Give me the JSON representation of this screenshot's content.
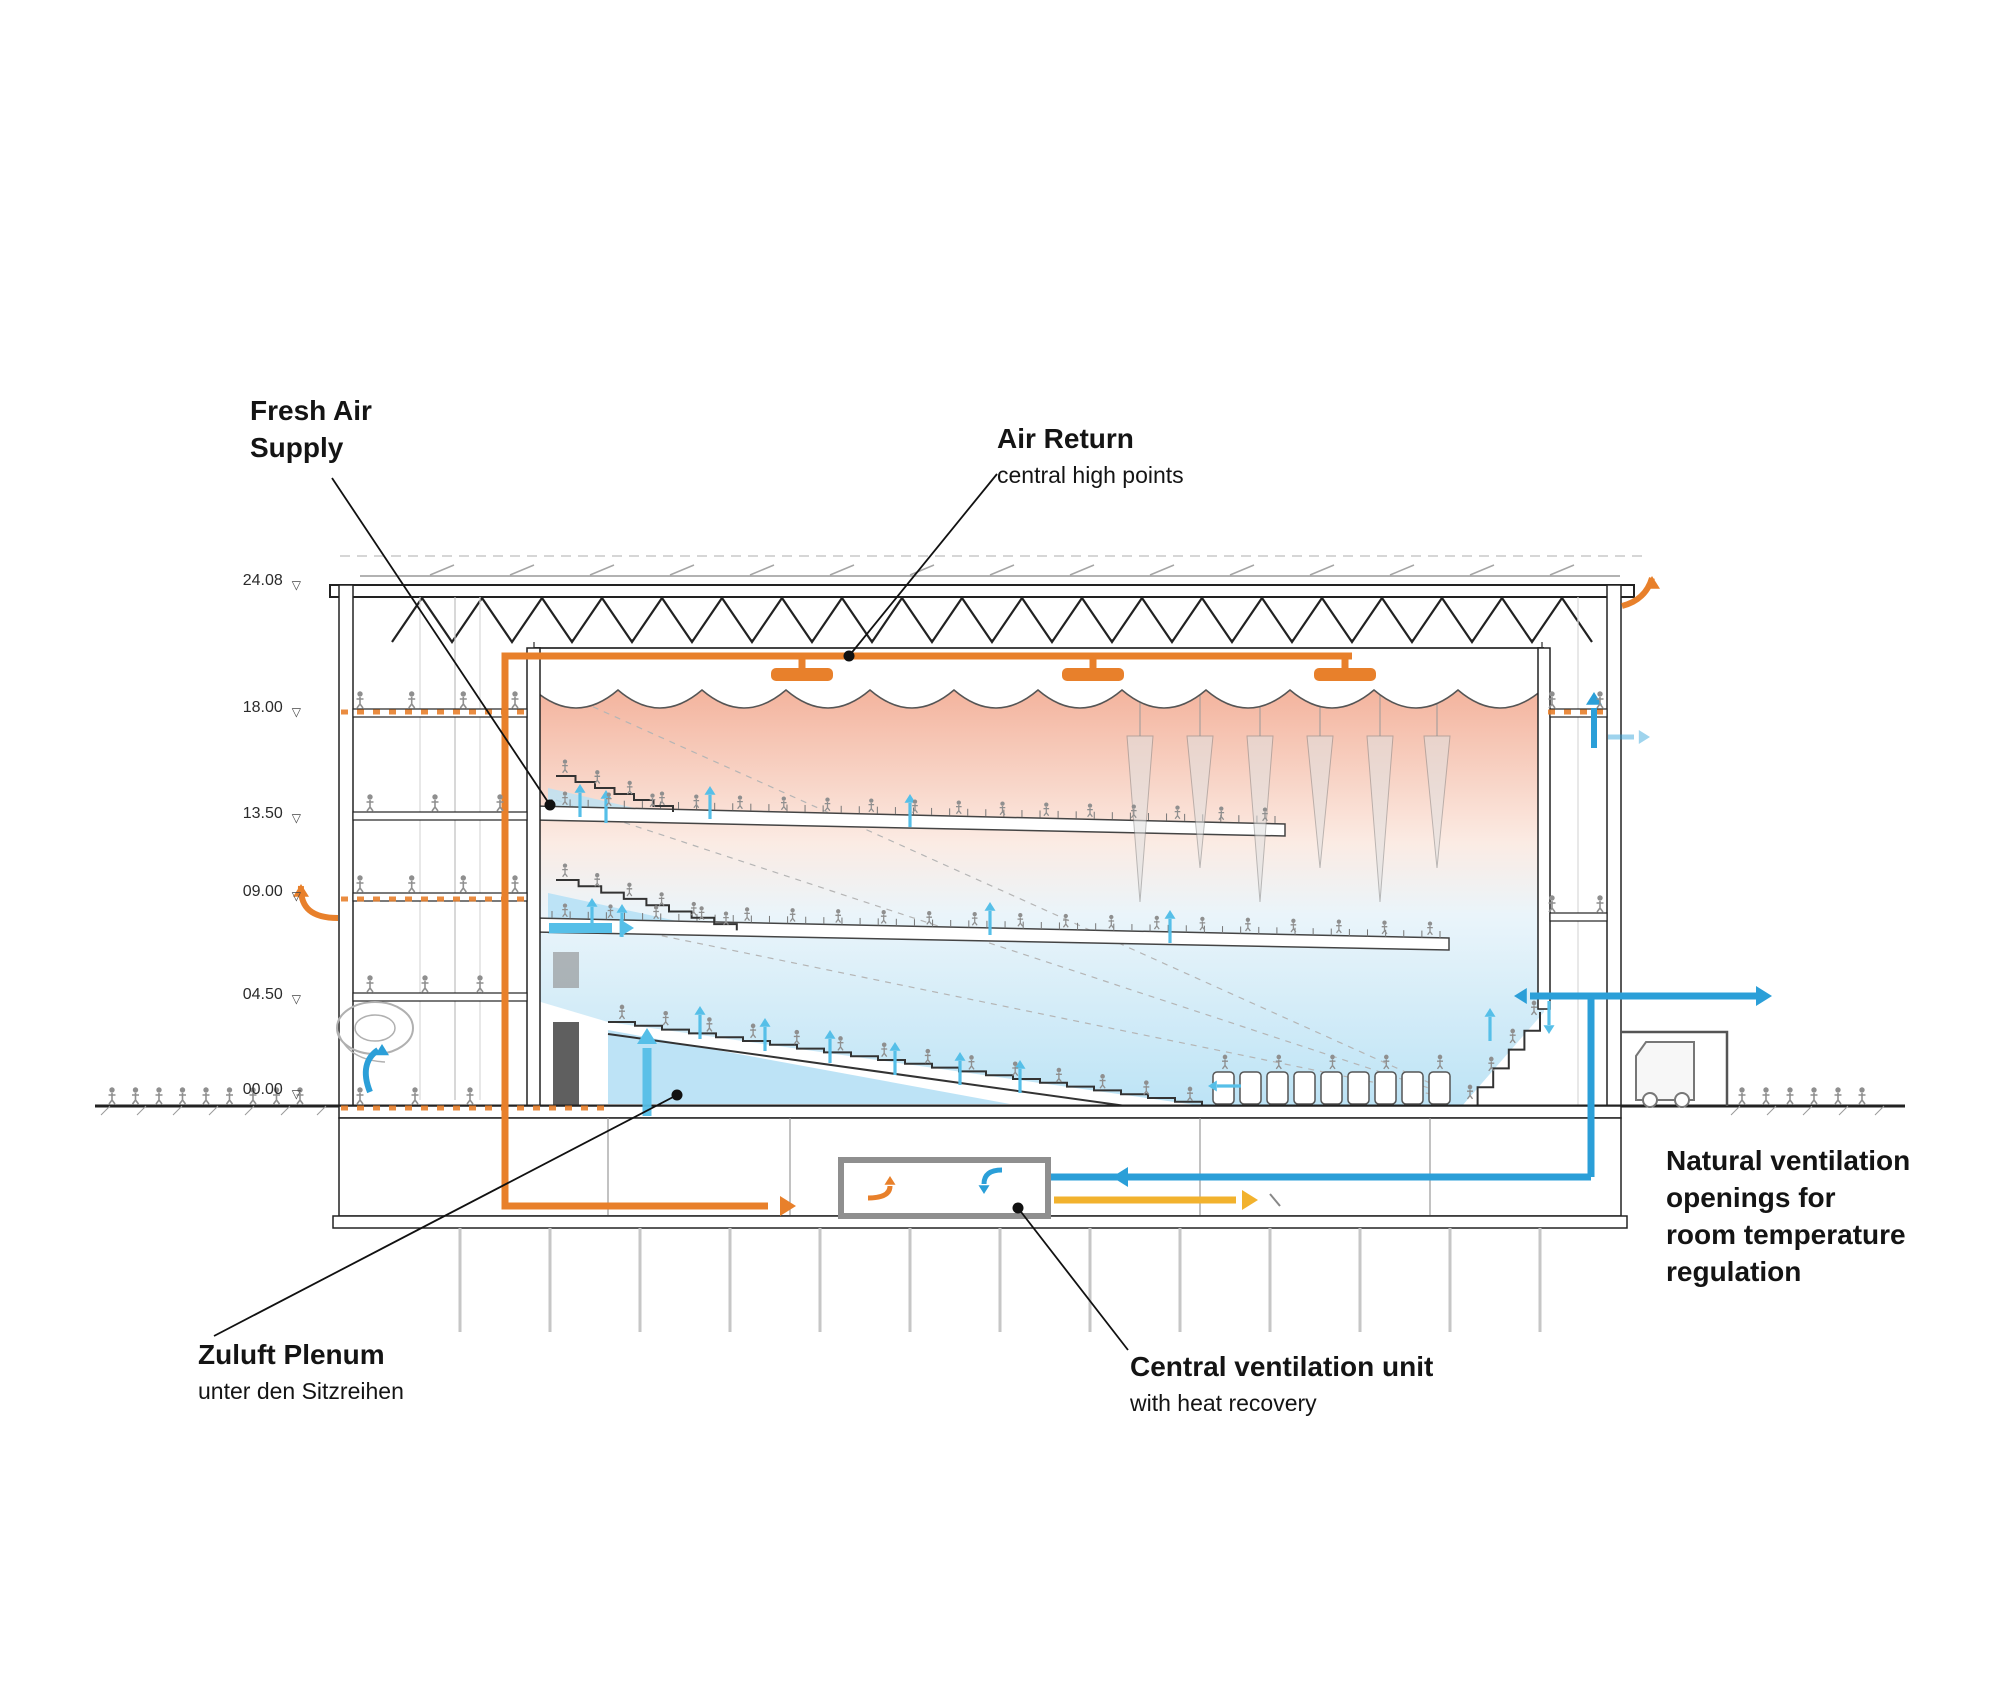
{
  "diagram": {
    "annotations": {
      "fresh_air_supply": {
        "lines": [
          "Fresh Air",
          "Supply"
        ]
      },
      "air_return": {
        "title": "Air Return",
        "subtitle": "central high points"
      },
      "zuluft_plenum": {
        "title": "Zuluft Plenum",
        "subtitle": "unter den Sitzreihen"
      },
      "central_unit": {
        "title": "Central ventilation unit",
        "subtitle": "with heat recovery"
      },
      "natural_ventilation": {
        "lines": [
          "Natural ventilation",
          "openings for",
          "room temperature",
          "regulation"
        ]
      }
    },
    "levels": [
      "24.08",
      "18.00",
      "13.50",
      "09.00",
      "04.50",
      "00.00"
    ],
    "level_marker_glyph": "▽",
    "colors": {
      "supply_air": "#E8802B",
      "return_air": "#2B9FD8",
      "return_air_light": "#56BFE8",
      "exhaust_air": "#F2B22D",
      "warm_zone": "#F1A186",
      "cool_zone": "#B9E2F5"
    }
  }
}
